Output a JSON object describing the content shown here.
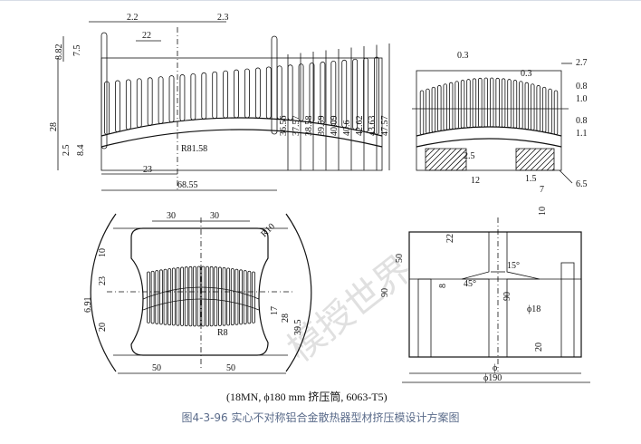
{
  "top_view": {
    "labels": {
      "d2_2": "2.2",
      "d2_3": "2.3",
      "d22": "22",
      "d8_82": "8.82",
      "d7_5": "7.5",
      "d28": "28",
      "d2_5": "2.5",
      "d8_4": "8.4",
      "d23": "23",
      "r81": "R81.58",
      "d68": "68.55"
    },
    "heights": [
      "36.56",
      "37.57",
      "38.58",
      "39.59",
      "40.09",
      "40.6",
      "42.62",
      "43.63",
      "47.57"
    ]
  },
  "section_view": {
    "labels": {
      "d0_3a": "0.3",
      "d0_3b": "0.3",
      "d2_7": "2.7",
      "d0_8a": "0.8",
      "d1_0": "1.0",
      "d0_8b": "0.8",
      "d1_1": "1.1",
      "d2_5": "2.5",
      "d12": "12",
      "d1_5": "1.5",
      "d7": "7",
      "d6_5": "6.5"
    }
  },
  "die_face": {
    "labels": {
      "d30a": "30",
      "d30b": "30",
      "r10": "R10",
      "d10": "10",
      "d23": "23",
      "d6_91": "6.91",
      "d20": "20",
      "d17": "17",
      "d28": "28",
      "d39_5": "39.5",
      "r8": "R8",
      "d50a": "50",
      "d50b": "50"
    },
    "press_note": "(18MN, ϕ180 mm 挤压筒, 6063-T5)"
  },
  "die_section": {
    "labels": {
      "d10": "10",
      "d22": "22",
      "d50": "50",
      "d90a": "90",
      "d8": "8",
      "d45": "45°",
      "d15": "15°",
      "d90b": "90",
      "d18": "ϕ18",
      "d20": "20",
      "dphi": "ϕ",
      "d190": "ϕ190"
    }
  },
  "watermark": "模授世界",
  "caption": "图4-3-96 实心不对称铝合金散热器型材挤压模设计方案图"
}
